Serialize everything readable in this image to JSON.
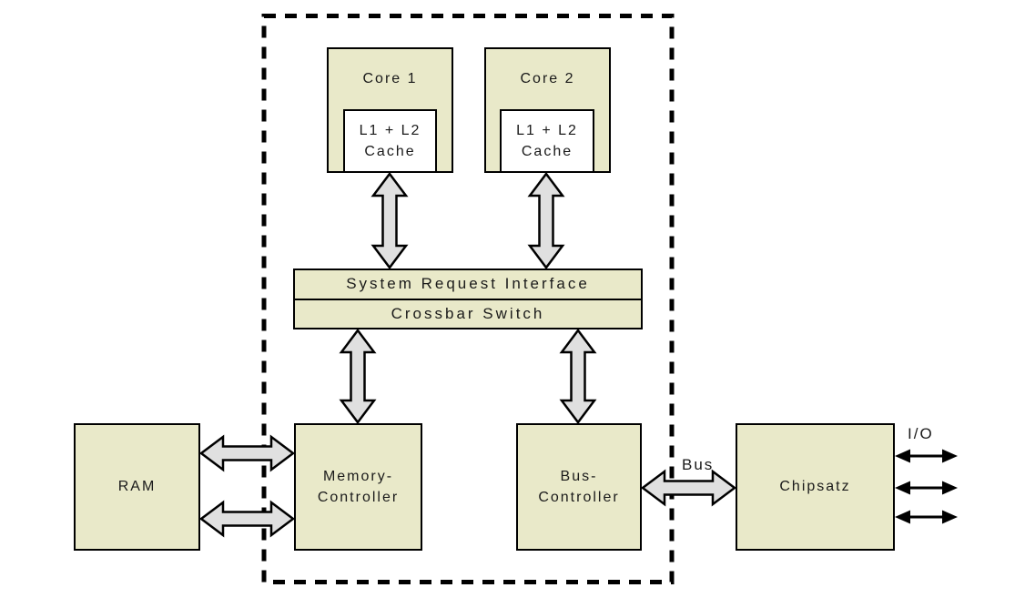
{
  "colors": {
    "background": "#ffffff",
    "box_fill": "#e9e9c9",
    "box_border": "#000000",
    "arrow_fill": "#e0e0e0",
    "arrow_stroke": "#000000",
    "io_arrow_color": "#000000",
    "text_color": "#1a1a1a"
  },
  "nodes": {
    "core1": {
      "label": "Core 1"
    },
    "core2": {
      "label": "Core 2"
    },
    "cache1": {
      "line1": "L1 + L2",
      "line2": "Cache"
    },
    "cache2": {
      "line1": "L1 + L2",
      "line2": "Cache"
    },
    "system_request_interface": {
      "label": "System Request Interface"
    },
    "crossbar_switch": {
      "label": "Crossbar Switch"
    },
    "ram": {
      "label": "RAM"
    },
    "memory_controller": {
      "line1": "Memory-",
      "line2": "Controller"
    },
    "bus_controller": {
      "line1": "Bus-",
      "line2": "Controller"
    },
    "chipset": {
      "label": "Chipsatz"
    }
  },
  "labels": {
    "bus": "Bus",
    "io": "I/O"
  }
}
